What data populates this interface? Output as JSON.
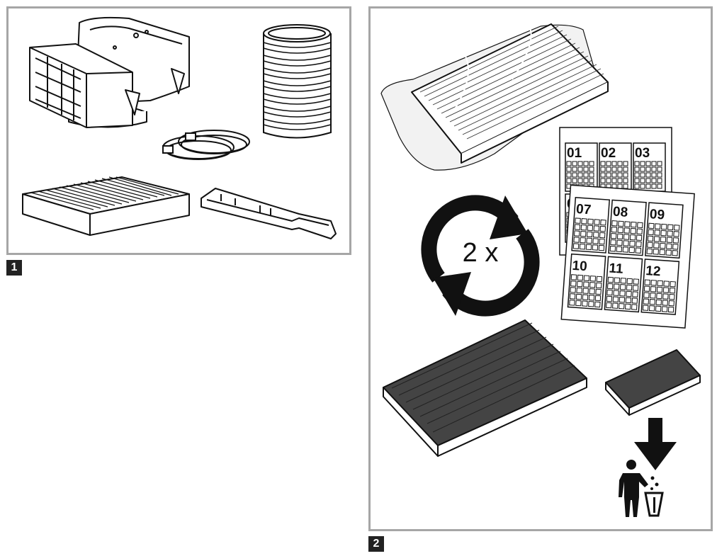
{
  "figures": [
    {
      "number": "1"
    },
    {
      "number": "2"
    }
  ],
  "figure2": {
    "cycle_label": "2 x",
    "calendar_back": [
      "01",
      "02",
      "03",
      "04"
    ],
    "calendar_front": [
      "07",
      "08",
      "09",
      "10",
      "11",
      "12"
    ]
  },
  "icons": {
    "figure1": [
      "duct-adapter-icon",
      "flexible-hose-icon",
      "hose-clamp-icon",
      "filter-cassette-icon",
      "mounting-rail-icon"
    ],
    "figure2": [
      "packaged-filter-icon",
      "replace-cycle-icon",
      "calendar-sheet-icon",
      "used-filter-icon",
      "dispose-arrow-icon",
      "trash-person-icon"
    ]
  }
}
